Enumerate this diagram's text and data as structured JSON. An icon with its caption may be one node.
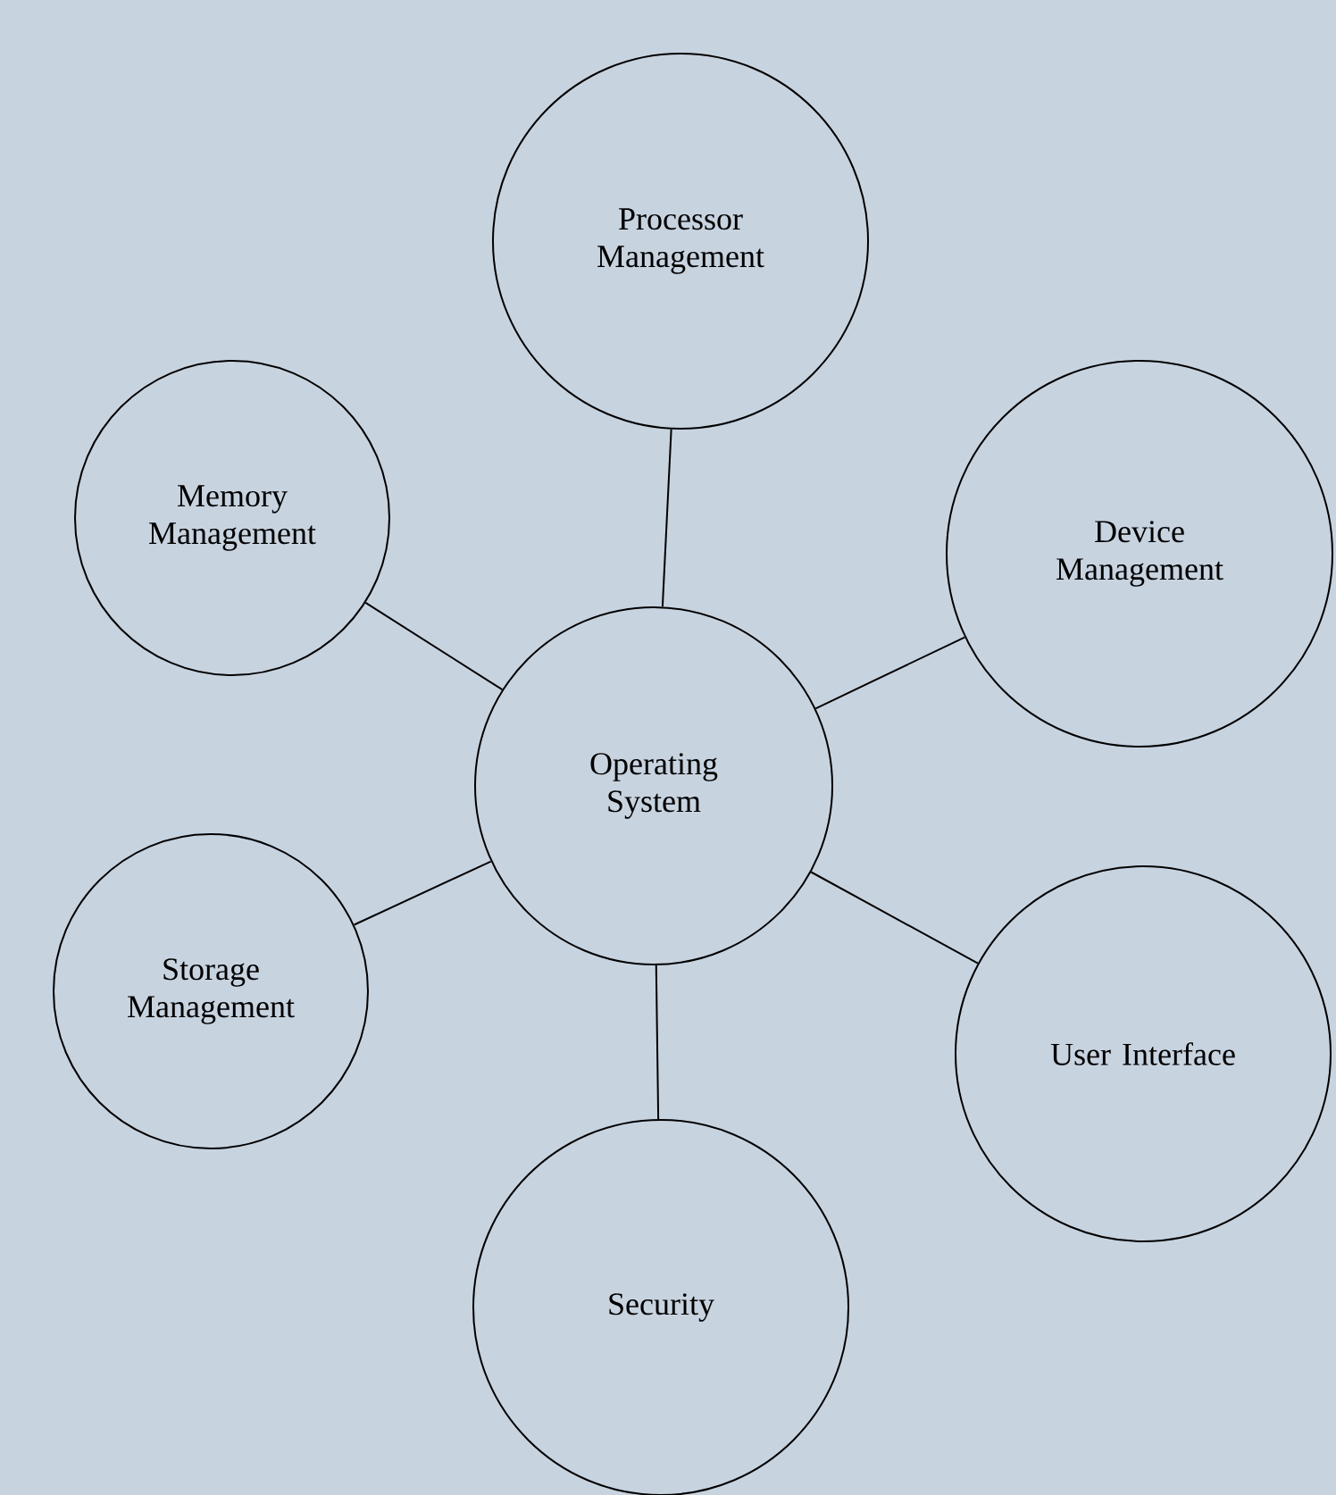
{
  "diagram": {
    "nodes": [
      {
        "text": [
          "Processor Management"
        ]
      },
      {
        "text": [
          "Memory Management"
        ]
      },
      {
        "text": [
          "Device Management"
        ]
      },
      {
        "text": [
          "Operating System"
        ]
      },
      {
        "text": [
          "Storage Management"
        ]
      },
      {
        "text": [
          "User Interface"
        ]
      },
      {
        "text": [
          "Security"
        ]
      }
    ],
    "edges": [
      {
        "from": 3,
        "to": 0,
        "arrow": "none"
      },
      {
        "from": 3,
        "to": 1,
        "arrow": "none"
      },
      {
        "from": 3,
        "to": 2,
        "arrow": "none"
      },
      {
        "from": 3,
        "to": 4,
        "arrow": "none"
      },
      {
        "from": 3,
        "to": 5,
        "arrow": "none"
      },
      {
        "from": 3,
        "to": 6,
        "arrow": "none"
      }
    ]
  }
}
